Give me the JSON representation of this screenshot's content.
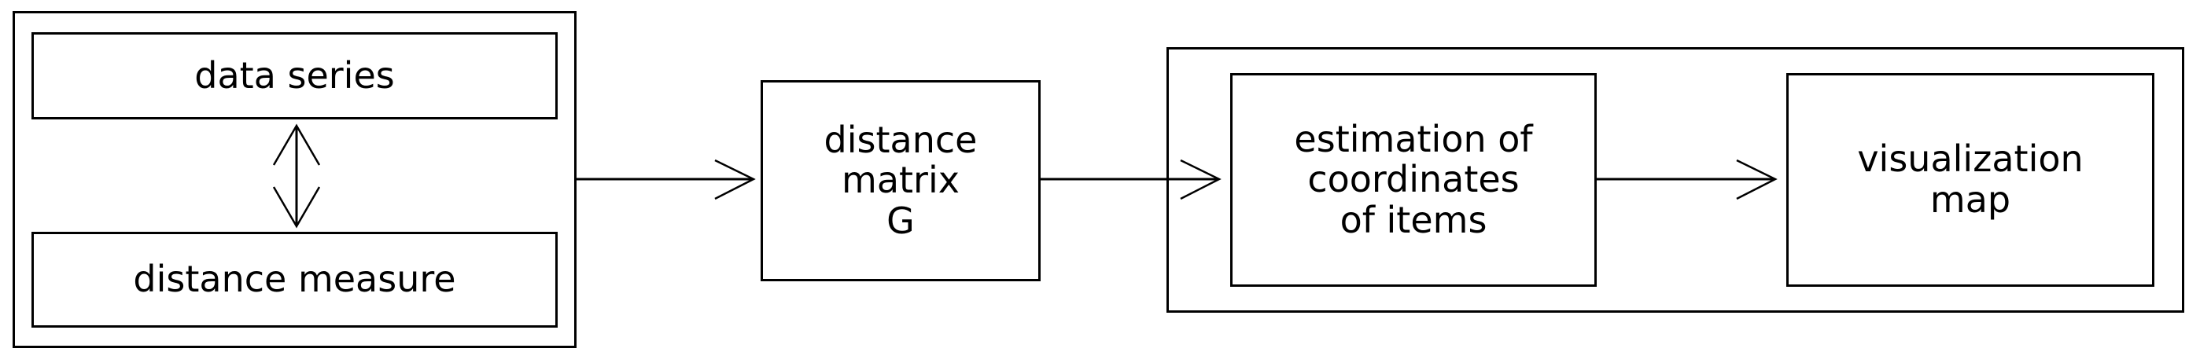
{
  "diagram": {
    "title": "data series visualization pipeline",
    "background_color": "#ffffff",
    "line_color": "#000000",
    "text_color": "#000000",
    "groups": [
      {
        "id": "input",
        "label": ""
      },
      {
        "id": "processing",
        "label": ""
      }
    ],
    "nodes": [
      {
        "id": "data_series",
        "label": "data series"
      },
      {
        "id": "distance_measure",
        "label": "distance measure"
      },
      {
        "id": "distance_matrix",
        "label": "distance\nmatrix\nG"
      },
      {
        "id": "estimation",
        "label": "estimation of\ncoordinates\nof items"
      },
      {
        "id": "visualization",
        "label": "visualization\nmap"
      }
    ],
    "edges": [
      {
        "id": "e1",
        "from": "data_series",
        "to": "distance_measure",
        "type": "double-arrow-vertical",
        "label": ""
      },
      {
        "id": "e2",
        "from": "input",
        "to": "distance_matrix",
        "type": "arrow-right",
        "label": ""
      },
      {
        "id": "e3",
        "from": "distance_matrix",
        "to": "estimation",
        "type": "arrow-right",
        "label": ""
      },
      {
        "id": "e4",
        "from": "estimation",
        "to": "visualization",
        "type": "arrow-right",
        "label": ""
      }
    ]
  }
}
